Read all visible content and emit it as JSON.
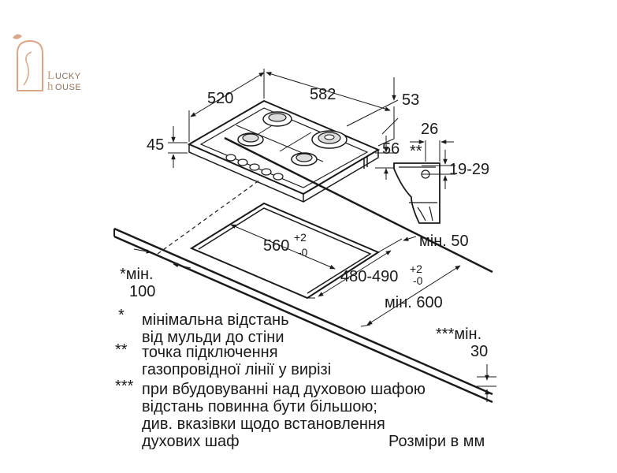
{
  "logo": {
    "brand_line1": "UCKY",
    "brand_line2": "OUSE",
    "initial_1": "L",
    "initial_2": "h"
  },
  "dimensions": {
    "width_520": "520",
    "width_582": "582",
    "depth_53": "53",
    "height_45": "45",
    "depth_56": "56",
    "bracket_26": "26",
    "bracket_range": "19-29",
    "star_star": "**",
    "cutout_width": "560",
    "cutout_width_tol_plus": "+2",
    "cutout_width_tol_minus": "-0",
    "cutout_depth": "480-490",
    "cutout_depth_tol_plus": "+2",
    "cutout_depth_tol_minus": "-0",
    "min_50": "мін. 50",
    "min_600": "мін. 600",
    "min_100_line1": "*мін.",
    "min_100_line2": "100",
    "min_30_line1": "***мін.",
    "min_30_line2": "30"
  },
  "notes": [
    {
      "marker": "*",
      "lines": [
        "мінімальна відстань",
        "від мульди до стіни"
      ]
    },
    {
      "marker": "**",
      "lines": [
        "точка підключення",
        "газопровідної лінії у вирізі"
      ]
    },
    {
      "marker": "***",
      "lines": [
        "при вбудовуванні над духовою шафою",
        "відстань повинна бути більшою;",
        "див. вказівки щодо встановлення",
        "духових шаф"
      ]
    }
  ],
  "units_note": "Розміри в мм",
  "colors": {
    "ink": "#1a1a1a",
    "logo_accent": "#c79a78"
  }
}
